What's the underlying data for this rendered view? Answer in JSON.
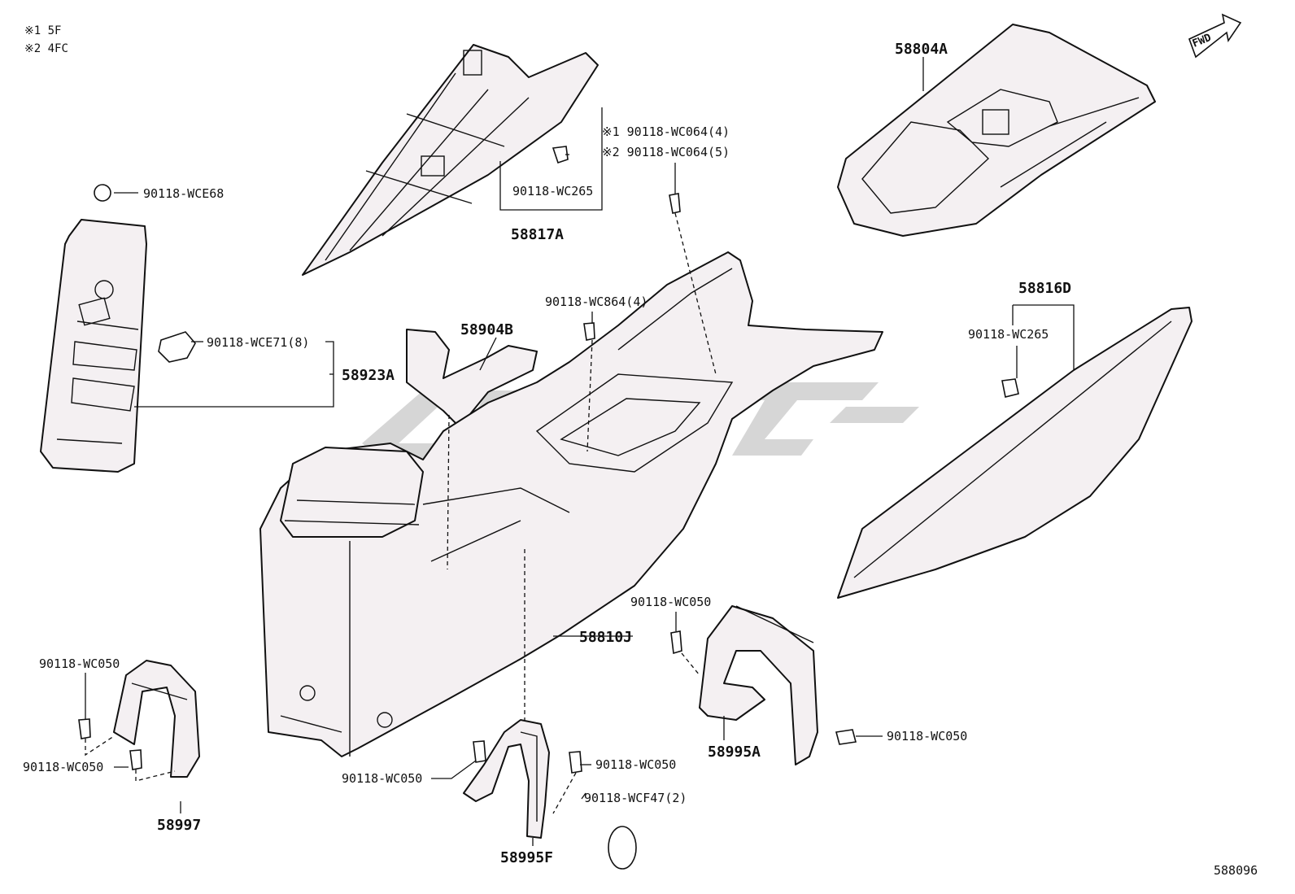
{
  "notes": [
    "※1 5F",
    "※2 4FC"
  ],
  "fwd_label": "FWD",
  "diagram_code": "588096",
  "colors": {
    "line": "#111111",
    "part_fill": "#f4f0f2",
    "watermark": "#cfcfcf"
  },
  "labels": {
    "p58804A": "58804A",
    "p58817A": "58817A",
    "f_wc265_top": "90118-WC265",
    "f_wc064_1": "※1 90118-WC064(4)",
    "f_wc064_2": "※2 90118-WC064(5)",
    "f_wce68": "90118-WCE68",
    "f_wce71": "90118-WCE71(8)",
    "p58923A": "58923A",
    "p58904B": "58904B",
    "f_wc864": "90118-WC864(4)",
    "p58816D": "58816D",
    "f_wc265_right": "90118-WC265",
    "f_wc050_mid": "90118-WC050",
    "p58810J": "58810J",
    "f_wc050_left_top": "90118-WC050",
    "f_wc050_left_bottom": "90118-WC050",
    "p58997": "58997",
    "f_wc050_center_left": "90118-WC050",
    "f_wc050_center_right": "90118-WC050",
    "f_wcf47": "90118-WCF47(2)",
    "p58995F": "58995F",
    "p58995A": "58995A",
    "f_wc050_right": "90118-WC050"
  }
}
